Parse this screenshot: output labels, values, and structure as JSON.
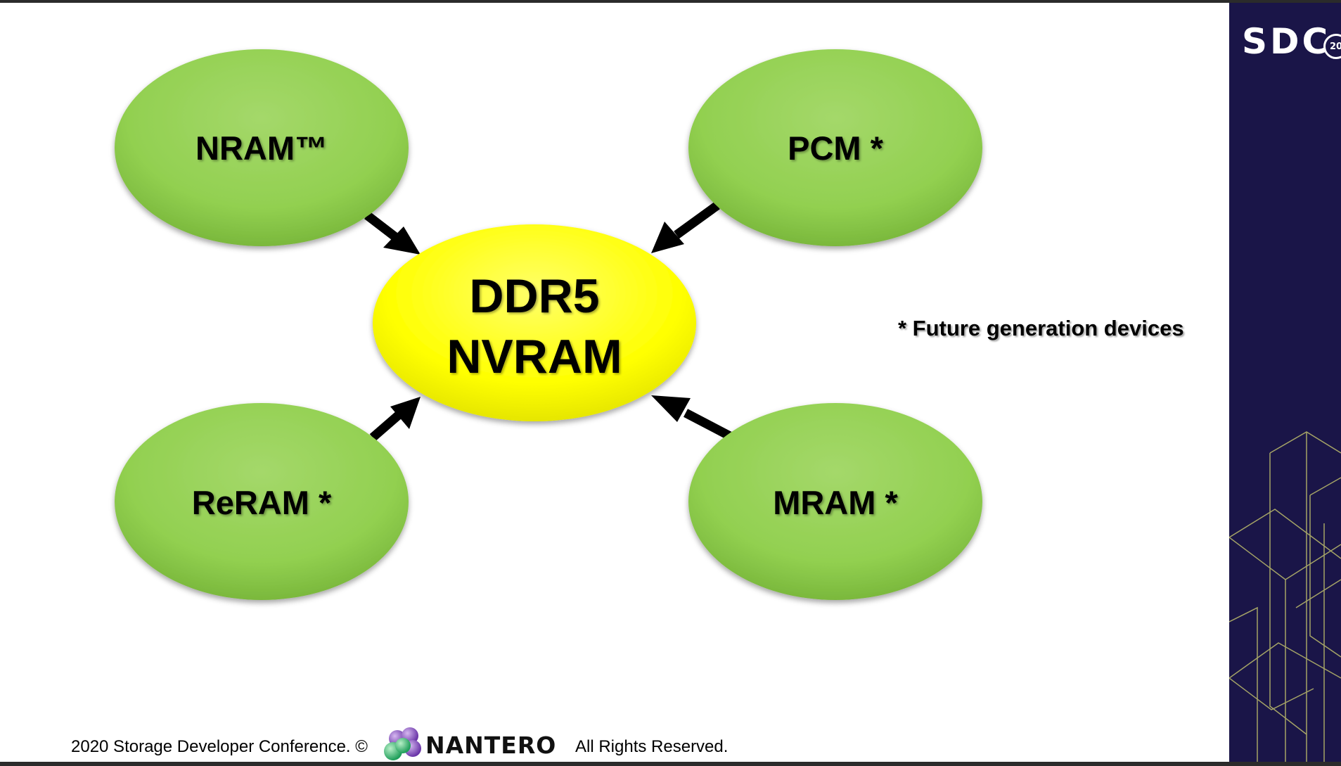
{
  "diagram": {
    "center": {
      "line1": "DDR5",
      "line2": "NVRAM"
    },
    "nodes": {
      "nram": "NRAM™",
      "pcm": "PCM *",
      "reram": "ReRAM *",
      "mram": "MRAM *"
    },
    "footnote": "* Future generation devices"
  },
  "sidebar": {
    "logo_text": "SDC",
    "badge": "20"
  },
  "footer": {
    "left_text": "2020 Storage Developer Conference. ©",
    "logo_text": "NANTERO",
    "right_text": "All Rights Reserved."
  },
  "colors": {
    "node_green": "#92d050",
    "center_yellow": "#ffff00",
    "sidebar_navy": "#1a1548",
    "sidebar_lines": "#c8c86e"
  }
}
